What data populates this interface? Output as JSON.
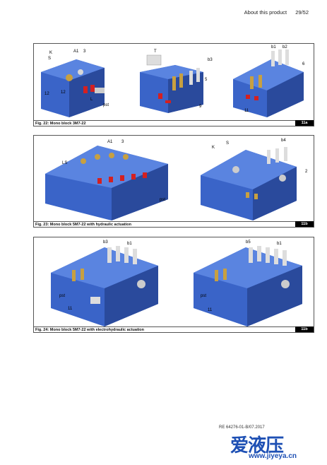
{
  "header": {
    "section": "About this product",
    "page": "29/52"
  },
  "figures": [
    {
      "caption": "Fig. 22:  Mono block 3M7-22",
      "tag": "11a"
    },
    {
      "caption": "Fig. 23:  Mono block 5M7-22 with hydraulic actuation",
      "tag": "11b"
    },
    {
      "caption": "Fig. 24:  Mono block 5M7-22 with electrohydraulic actuation",
      "tag": "11b"
    }
  ],
  "footer": {
    "doc": "RE 64276-01-B/07.2017"
  },
  "watermark": {
    "text": "爱液压",
    "url": "www.jiyeya.cn"
  },
  "colors": {
    "block": "#3a64c8",
    "block_dark": "#2a4a9c",
    "red": "#d42020",
    "brass": "#c8a040"
  }
}
